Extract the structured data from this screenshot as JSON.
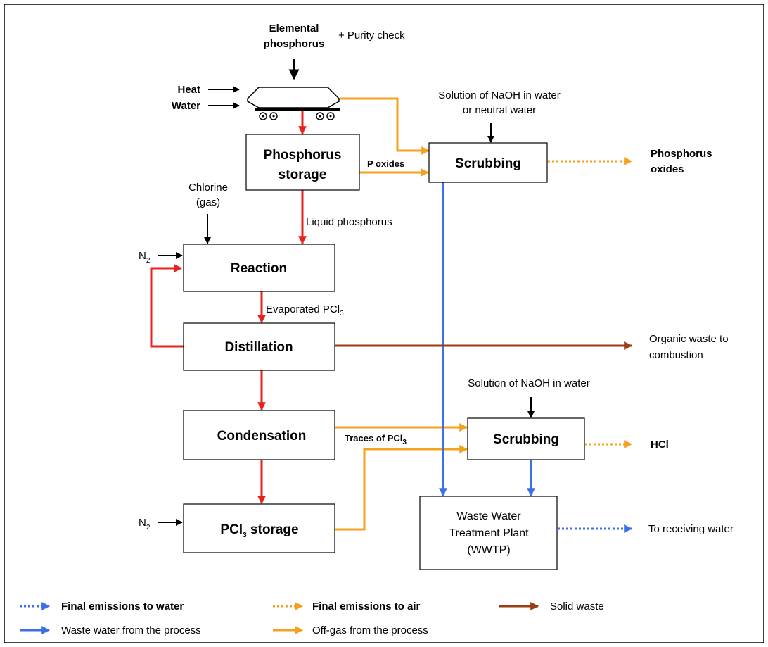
{
  "colors": {
    "process_flow": "#e8211b",
    "off_gas": "#f5a01f",
    "waste_water": "#3d6fe8",
    "solid_waste": "#9a3d12",
    "input": "#000000"
  },
  "tanker_icon": "rail-tank-car-icon",
  "inputs": {
    "elemental_phosphorus_line1": "Elemental",
    "elemental_phosphorus_line2": "phosphorus",
    "purity_check": "+ Purity check",
    "heat": "Heat",
    "water": "Water",
    "naoh_top_line1": "Solution of NaOH in water",
    "naoh_top_line2": "or neutral water",
    "chlorine_line1": "Chlorine",
    "chlorine_line2": "(gas)",
    "n2_reaction": "N",
    "n2_reaction_sub": "2",
    "naoh_mid": "Solution of NaOH in water",
    "n2_storage": "N",
    "n2_storage_sub": "2"
  },
  "boxes": {
    "phosphorus_storage_line1": "Phosphorus",
    "phosphorus_storage_line2": "storage",
    "scrubbing_top": "Scrubbing",
    "reaction": "Reaction",
    "distillation": "Distillation",
    "condensation": "Condensation",
    "scrubbing_mid": "Scrubbing",
    "pcl3_storage_pre": "PCl",
    "pcl3_storage_sub": "3",
    "pcl3_storage_post": " storage",
    "wwtp_line1": "Waste Water",
    "wwtp_line2": "Treatment Plant",
    "wwtp_line3": "(WWTP)"
  },
  "flow_labels": {
    "p_oxides": "P oxides",
    "liquid_phosphorus": "Liquid phosphorus",
    "evaporated_pre": "Evaporated PCl",
    "evaporated_sub": "3",
    "traces_pre": "Traces  of PCl",
    "traces_sub": "3"
  },
  "outputs": {
    "phosphorus_oxides_line1": "Phosphorus",
    "phosphorus_oxides_line2": "oxides",
    "organic_waste_line1": "Organic waste to",
    "organic_waste_line2": "combustion",
    "hcl": "HCl",
    "receiving_water": "To receiving water"
  },
  "legend": {
    "final_water": "Final emissions to water",
    "final_air": "Final emissions to air",
    "solid_waste": "Solid waste",
    "waste_water": "Waste water from the process",
    "off_gas": "Off-gas from the process"
  }
}
